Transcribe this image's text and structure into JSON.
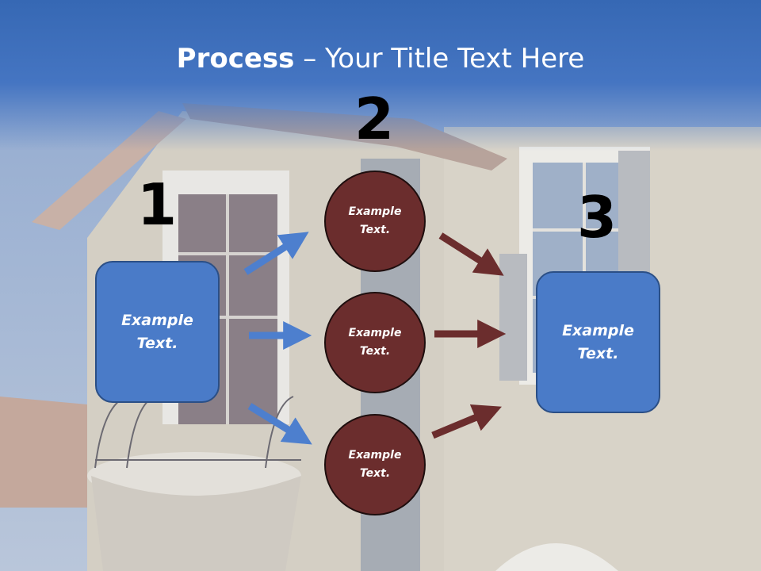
{
  "title": {
    "bold": "Process",
    "dash": " – ",
    "rest": "Your Title Text Here"
  },
  "steps": [
    {
      "number": "1",
      "text": "Example Text."
    },
    {
      "number": "2",
      "items": [
        "Example Text.",
        "Example Text.",
        "Example Text."
      ]
    },
    {
      "number": "3",
      "text": "Example Text."
    }
  ],
  "colors": {
    "blue_box": "#4a7bc8",
    "blue_arrow": "#4d7fce",
    "circle_fill": "#6b2d2d",
    "maroon_arrow": "#6b2d2d",
    "header_band": "#3a6cb8"
  }
}
